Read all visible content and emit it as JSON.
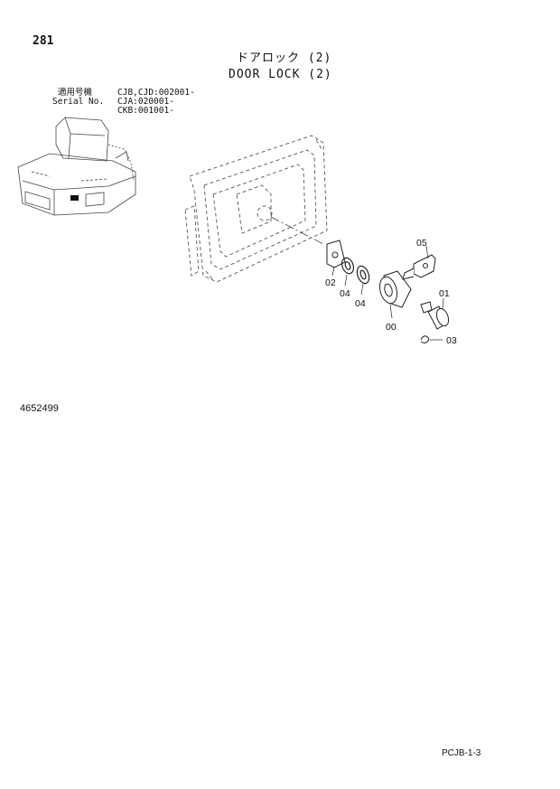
{
  "header": {
    "page_number": "281",
    "title_jp": "ドアロック (2)",
    "title_en": "DOOR LOCK (2)"
  },
  "serial": {
    "label_jp": "適用号機",
    "label_en": "Serial No.",
    "lines": [
      "CJB,CJD:002001-",
      "CJA:020001-",
      "CKB:001001-"
    ]
  },
  "parts": {
    "callouts": [
      "05",
      "01",
      "02",
      "04",
      "04",
      "00",
      "03"
    ]
  },
  "footer": {
    "drawing_number": "4652499",
    "page_code": "PCJB-1-3"
  }
}
